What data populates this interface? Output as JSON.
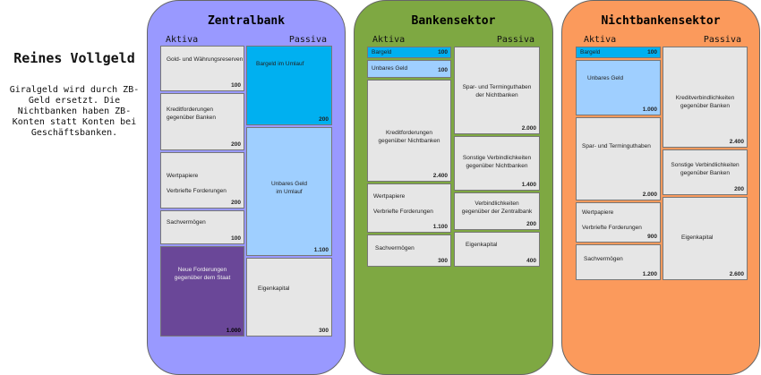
{
  "intro": {
    "title": "Reines Vollgeld",
    "text": "Giralgeld wird durch ZB-Geld ersetzt. Die Nichtbanken haben ZB-Konten statt Konten bei Geschäftsbanken."
  },
  "colors": {
    "zentralbank": "#9999ff",
    "bankensektor": "#7ea842",
    "nichtbankensektor": "#fb9a5c",
    "cyan": "#00b0f0",
    "light_blue": "#9fcfff",
    "purple": "#6a4798",
    "gray": "#e6e6e6"
  },
  "zentralbank": {
    "title": "Zentralbank",
    "aktiva_label": "Aktiva",
    "passiva_label": "Passiva",
    "aktiva": [
      {
        "label": "Gold- und Währungsreserven",
        "value": "100"
      },
      {
        "label": "Kreditforderungen\ngegenüber Banken",
        "value": "200"
      },
      {
        "label": "Wertpapiere\n\nVerbriefte Forderungen",
        "value": "200"
      },
      {
        "label": "Sachvermögen",
        "value": "100"
      },
      {
        "label": "Neue Forderungen\ngegenüber dem Staat",
        "value": "1.000"
      }
    ],
    "passiva": [
      {
        "label": "Bargeld im Umlauf",
        "value": "200"
      },
      {
        "label": "Unbares Geld\nim Umlauf",
        "value": "1.100"
      },
      {
        "label": "Eigenkapital",
        "value": "300"
      }
    ]
  },
  "bankensektor": {
    "title": "Bankensektor",
    "aktiva_label": "Aktiva",
    "passiva_label": "Passiva",
    "aktiva": [
      {
        "label": "Bargeld",
        "value": "100"
      },
      {
        "label": "Unbares Geld",
        "value": "100"
      },
      {
        "label": "Kreditforderungen\ngegenüber Nichtbanken",
        "value": "2.400"
      },
      {
        "label": "Wertpapiere\n\nVerbriefte Forderungen",
        "value": "1.100"
      },
      {
        "label": "Sachvermögen",
        "value": "300"
      }
    ],
    "passiva": [
      {
        "label": "Spar- und Terminguthaben\nder Nichtbanken",
        "value": "2.000"
      },
      {
        "label": "Sonstige Verbindlichkeiten\ngegenüber Nichtbanken",
        "value": "1.400"
      },
      {
        "label": "Verbindlichkeiten\ngegenüber der Zentralbank",
        "value": "200"
      },
      {
        "label": "Eigenkapital",
        "value": "400"
      }
    ]
  },
  "nichtbankensektor": {
    "title": "Nichtbankensektor",
    "aktiva_label": "Aktiva",
    "passiva_label": "Passiva",
    "aktiva": [
      {
        "label": "Bargeld",
        "value": "100"
      },
      {
        "label": "Unbares Geld",
        "value": "1.000"
      },
      {
        "label": "Spar- und Terminguthaben",
        "value": "2.000"
      },
      {
        "label": "Wertpapiere\n\nVerbriefte Forderungen",
        "value": "900"
      },
      {
        "label": "Sachvermögen",
        "value": "1.200"
      }
    ],
    "passiva": [
      {
        "label": "Kreditverbindlichkeiten\ngegenüber Banken",
        "value": "2.400"
      },
      {
        "label": "Sonstige Verbindlichkeiten\ngegenüber Banken",
        "value": "200"
      },
      {
        "label": "Eigenkapital",
        "value": "2.600"
      }
    ]
  }
}
